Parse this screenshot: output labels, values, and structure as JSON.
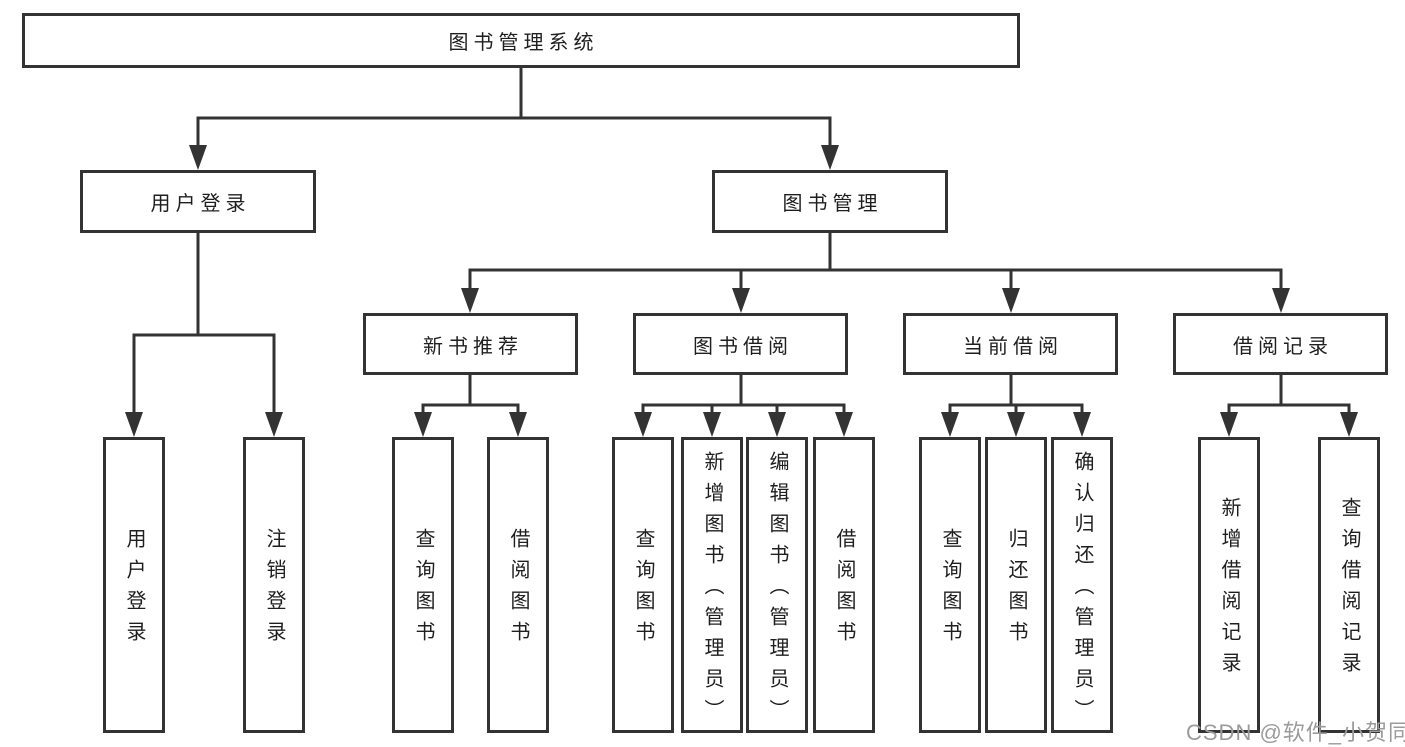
{
  "tree": {
    "label": "图书管理系统",
    "children": [
      {
        "label": "用户登录",
        "children": [
          {
            "label": "用户登录"
          },
          {
            "label": "注销登录"
          }
        ]
      },
      {
        "label": "图书管理",
        "children": [
          {
            "label": "新书推荐",
            "children": [
              {
                "label": "查询图书"
              },
              {
                "label": "借阅图书"
              }
            ]
          },
          {
            "label": "图书借阅",
            "children": [
              {
                "label": "查询图书"
              },
              {
                "label": "新增图书（管理员）"
              },
              {
                "label": "编辑图书（管理员）"
              },
              {
                "label": "借阅图书"
              }
            ]
          },
          {
            "label": "当前借阅",
            "children": [
              {
                "label": "查询图书"
              },
              {
                "label": "归还图书"
              },
              {
                "label": "确认归还（管理员）"
              }
            ]
          },
          {
            "label": "借阅记录",
            "children": [
              {
                "label": "新增借阅记录"
              },
              {
                "label": "查询借阅记录"
              }
            ]
          }
        ]
      }
    ]
  },
  "watermark": "CSDN @软件_小贺同学",
  "colors": {
    "line": "#333333",
    "border": "#333333",
    "box_fill": "#ffffff",
    "text": "#1f1f1f",
    "watermark": "#9b9b9b",
    "background": "#ffffff"
  }
}
